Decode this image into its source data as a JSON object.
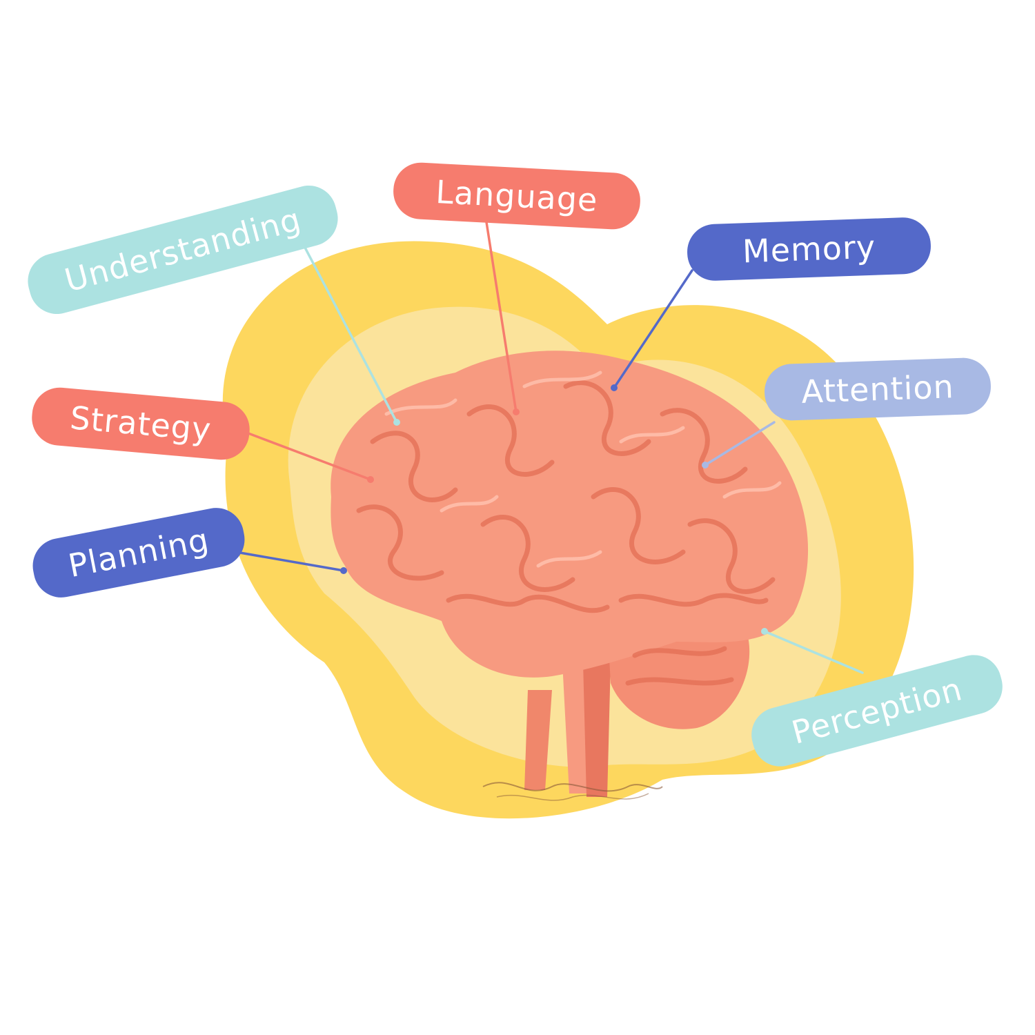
{
  "colors": {
    "blob_outer": "#FDD75E",
    "blob_inner": "#FBE39B",
    "brain": "#F79A80",
    "brain_dark": "#E8775F",
    "teal": "#ACE2E1",
    "coral": "#F67C6E",
    "indigo": "#5469C9",
    "periwinkle": "#A8B9E4"
  },
  "labels": {
    "understanding": {
      "text": "Understanding",
      "color": "#ACE2E1"
    },
    "language": {
      "text": "Language",
      "color": "#F67C6E"
    },
    "memory": {
      "text": "Memory",
      "color": "#5469C9"
    },
    "attention": {
      "text": "Attention",
      "color": "#A8B9E4"
    },
    "strategy": {
      "text": "Strategy",
      "color": "#F67C6E"
    },
    "planning": {
      "text": "Planning",
      "color": "#5469C9"
    },
    "perception": {
      "text": "Perception",
      "color": "#ACE2E1"
    }
  }
}
